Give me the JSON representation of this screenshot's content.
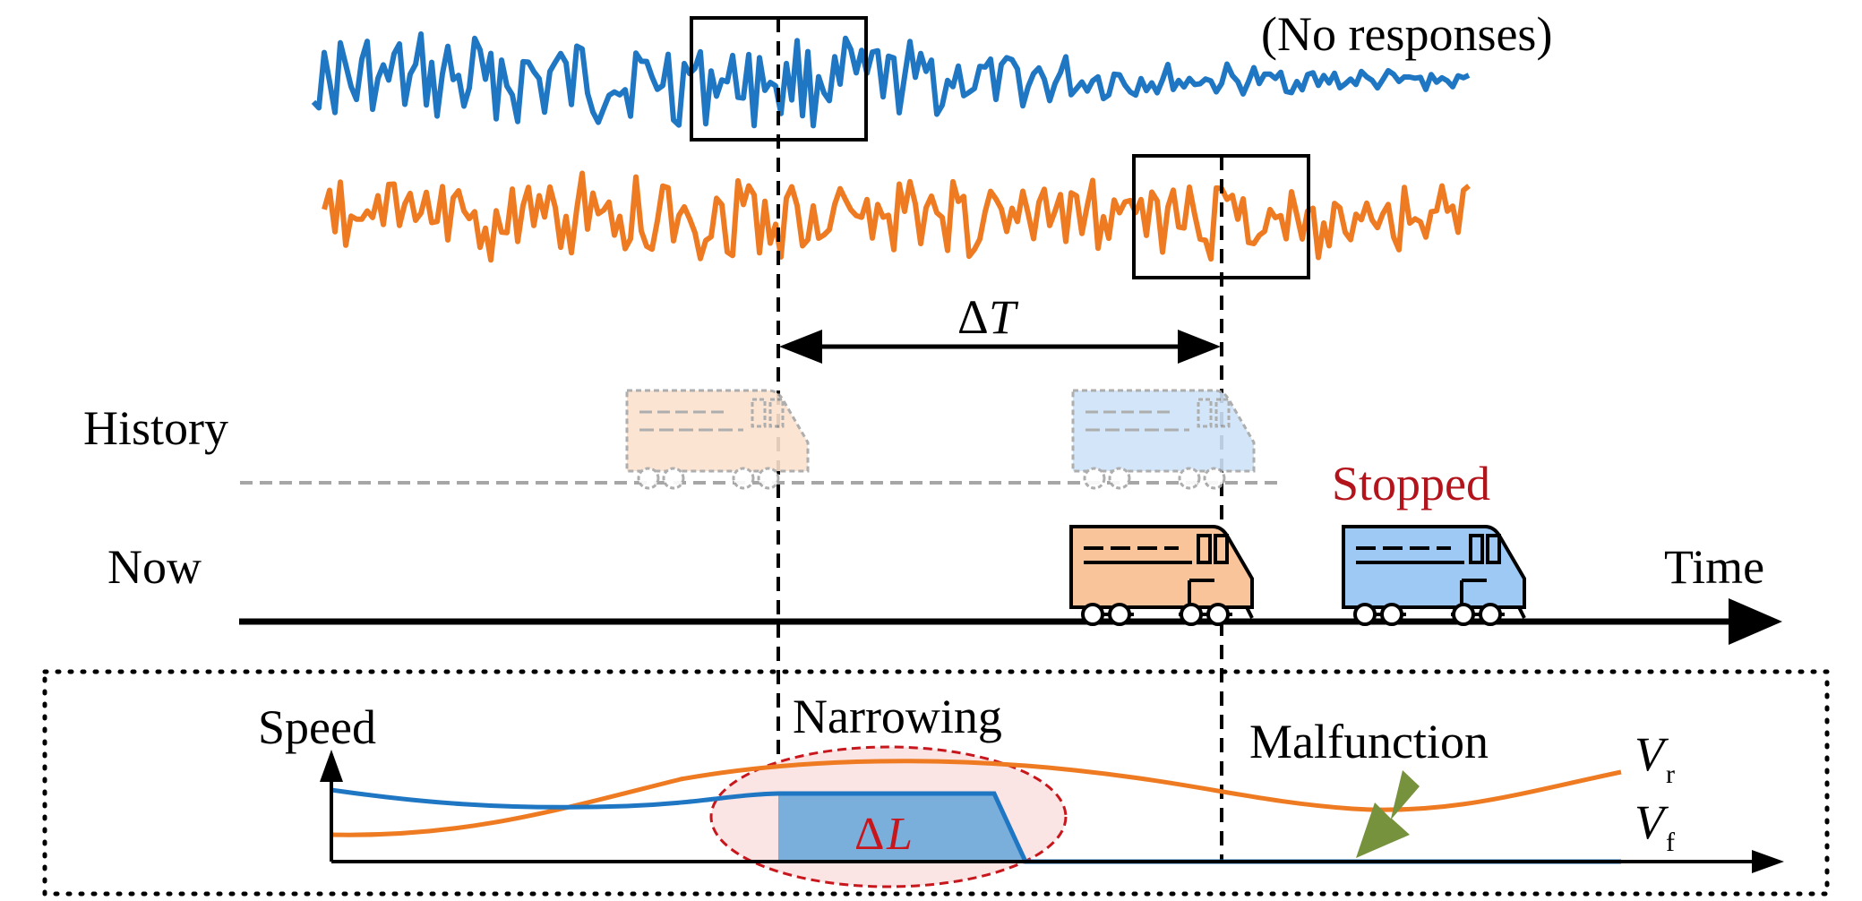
{
  "labels": {
    "no_responses": "(No responses)",
    "delta_t_sym": "Δ",
    "delta_t_var": "T",
    "history": "History",
    "now": "Now",
    "time": "Time",
    "stopped": "Stopped",
    "speed": "Speed",
    "narrowing": "Narrowing",
    "malfunction": "Malfunction",
    "delta_l_sym": "Δ",
    "delta_l_var": "L",
    "vr_main": "V",
    "vr_sub": "r",
    "vf_main": "V",
    "vf_sub": "f"
  },
  "colors": {
    "blue_signal": "#1f77c4",
    "orange_signal": "#ee7a22",
    "text": "#000000",
    "stopped_text": "#b3141c",
    "delta_l_text": "#c8161d",
    "train_orange_fill": "#f9c49a",
    "train_blue_fill": "#9ec9f4",
    "ghost_orange_fill": "#fbe2cd",
    "ghost_blue_fill": "#cfe3f8",
    "fill_area": "#7aaedb",
    "ellipse_fill": "#fbe4e4",
    "ellipse_stroke": "#c8161d",
    "arrow_green": "#76923c",
    "history_line": "#a6a6a6"
  }
}
